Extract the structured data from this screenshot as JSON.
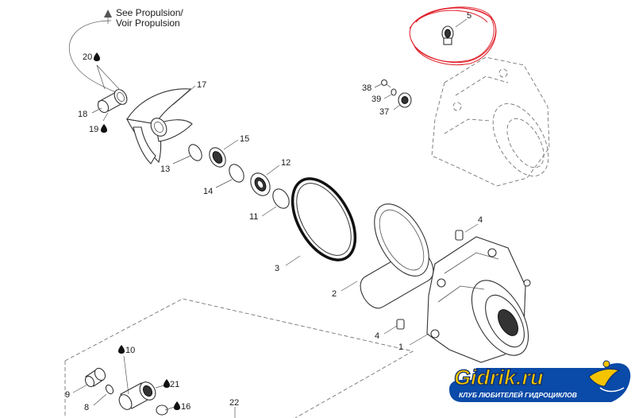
{
  "note": {
    "line1": "See Propulsion/",
    "line2": "Voir Propulsion"
  },
  "callouts": {
    "p1": "1",
    "p2": "2",
    "p3": "3",
    "p4a": "4",
    "p4b": "4",
    "p5": "5",
    "p8": "8",
    "p9": "9",
    "p10": "10",
    "p11": "11",
    "p12": "12",
    "p13": "13",
    "p14": "14",
    "p15": "15",
    "p16": "16",
    "p17": "17",
    "p18": "18",
    "p19": "19",
    "p20": "20",
    "p21": "21",
    "p22": "22",
    "p37": "37",
    "p38": "38",
    "p39": "39"
  },
  "lubricant_icon": "oil-drop-icon",
  "highlight": {
    "target_part": "5",
    "color": "#e0202a"
  },
  "watermark": {
    "brand": "Gidrik.ru",
    "tagline": "КЛУБ ЛЮБИТЕЛЕЙ ГИДРОЦИКЛОВ",
    "colors": {
      "primary": "#0a4aa8",
      "accent": "#f5c400"
    }
  }
}
